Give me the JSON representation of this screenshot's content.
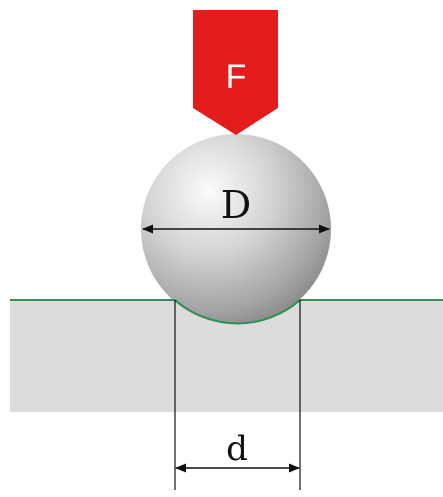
{
  "force_label": "F",
  "ball_diameter_label": "D",
  "indent_diameter_label": "d",
  "colors": {
    "force_arrow": "#e41c1c",
    "force_text": "#ffffff",
    "surface_line": "#2f8f55",
    "specimen": "#dcdcdc",
    "ball_light": "#f6f6f6",
    "ball_mid": "#c9c9c9",
    "ball_dark": "#8f8f8f",
    "dimension_line": "#111111"
  }
}
